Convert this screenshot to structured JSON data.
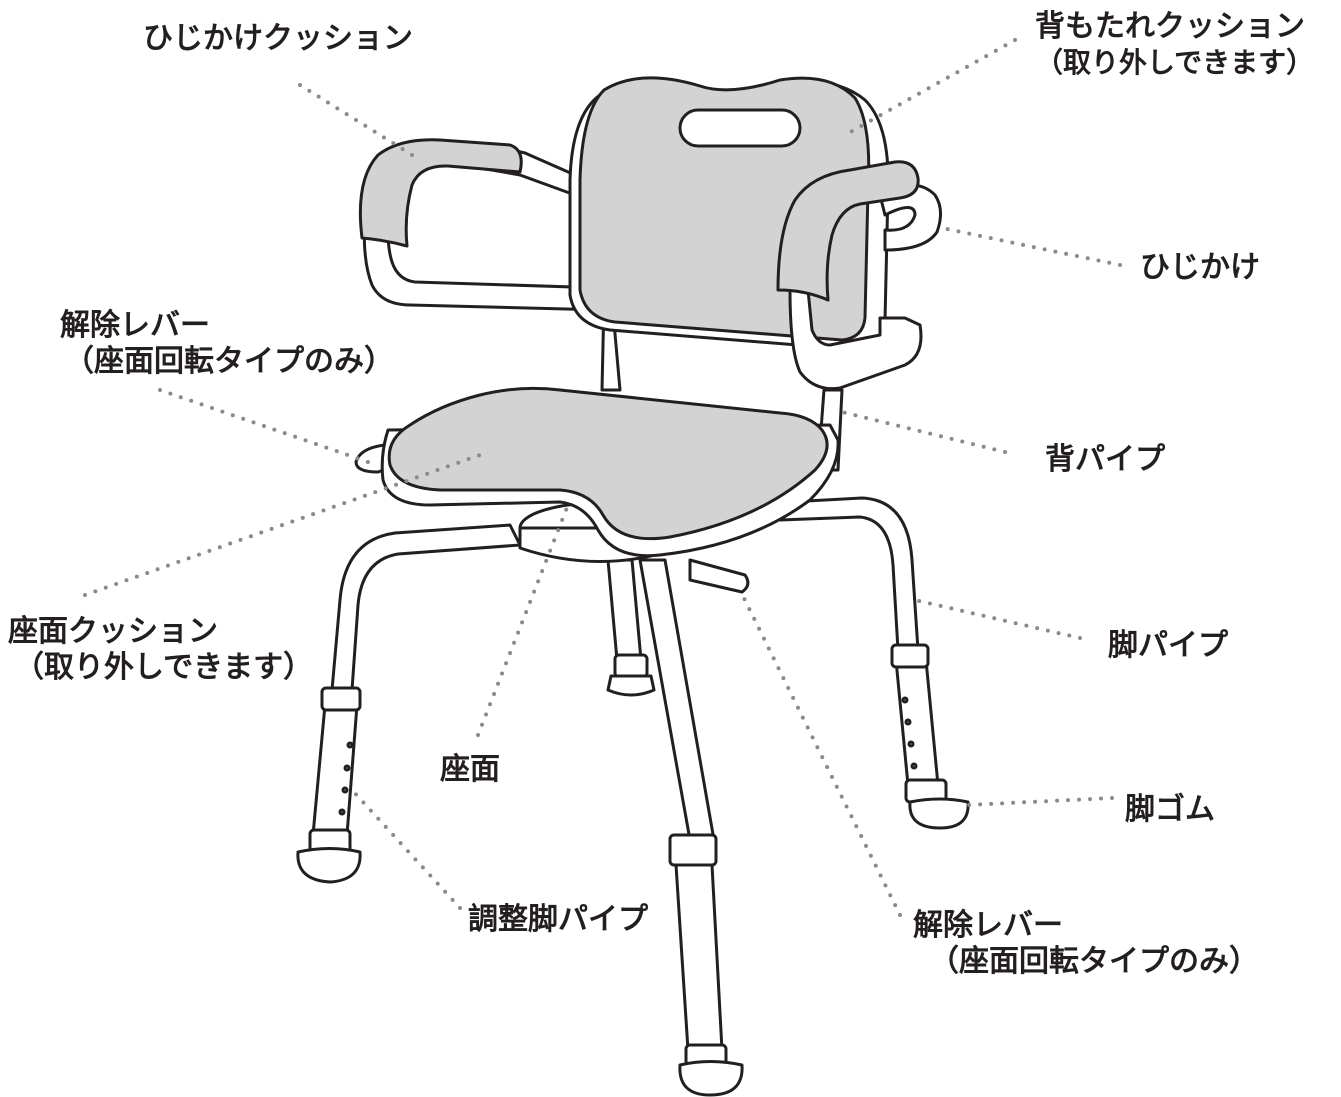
{
  "labels": {
    "armrest_cushion": {
      "lines": [
        "ひじかけクッション"
      ]
    },
    "backrest_cushion": {
      "lines": [
        "背もたれクッション",
        "（取り外しできます）"
      ]
    },
    "armrest": {
      "lines": [
        "ひじかけ"
      ]
    },
    "release_lever_left": {
      "lines": [
        "解除レバー",
        "（座面回転タイプのみ）"
      ]
    },
    "back_pipe": {
      "lines": [
        "背パイプ"
      ]
    },
    "seat_cushion": {
      "lines": [
        "座面クッション",
        "（取り外しできます）"
      ]
    },
    "leg_pipe": {
      "lines": [
        "脚パイプ"
      ]
    },
    "seat": {
      "lines": [
        "座面"
      ]
    },
    "leg_rubber": {
      "lines": [
        "脚ゴム"
      ]
    },
    "adjust_leg_pipe": {
      "lines": [
        "調整脚パイプ"
      ]
    },
    "release_lever_right": {
      "lines": [
        "解除レバー",
        "（座面回転タイプのみ）"
      ]
    }
  },
  "colors": {
    "line": "#231f20",
    "cushion": "#d3d3d3",
    "leader": "#8a8a8a",
    "background": "#ffffff"
  }
}
